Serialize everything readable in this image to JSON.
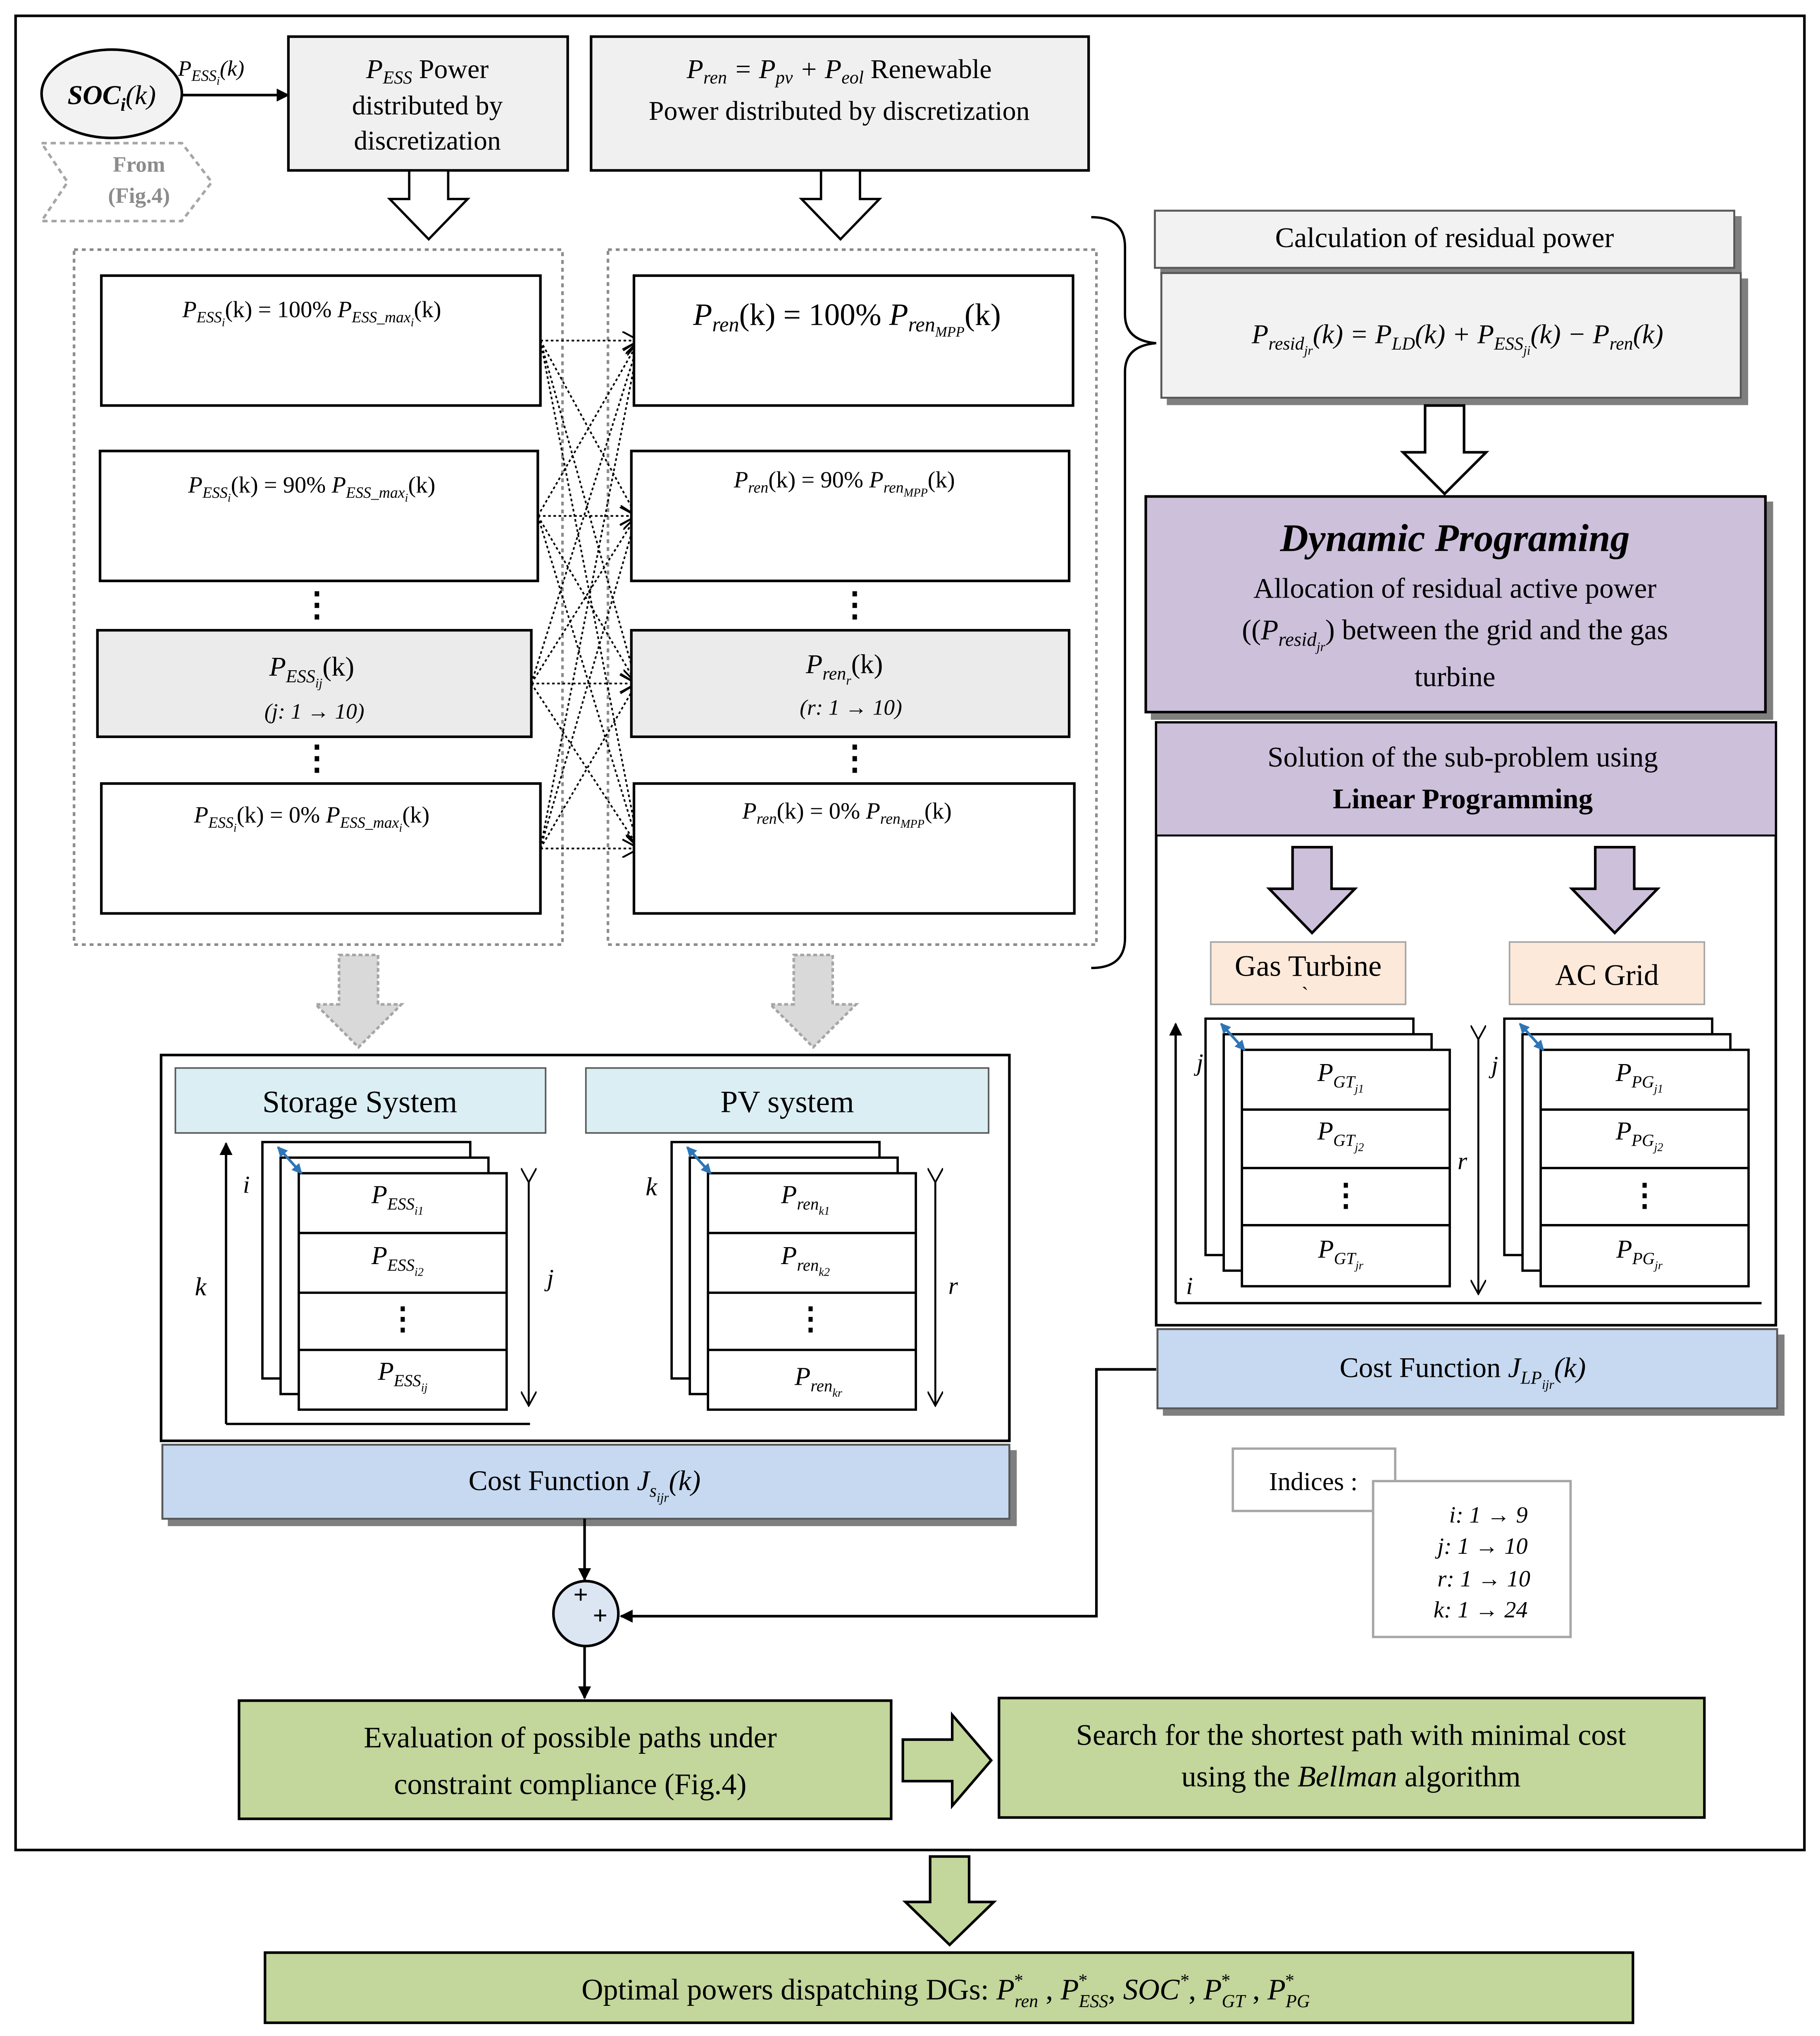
{
  "soc": {
    "label": "SOC",
    "sub": "i",
    "arg": "(k)"
  },
  "soc_arrow_label": {
    "main": "P",
    "sub": "ESS",
    "subsub": "i",
    "arg": "(k)"
  },
  "from_tag": {
    "line1": "From",
    "line2": "(Fig.4)"
  },
  "ess_header": {
    "sym": "P",
    "sub": "ESS",
    "rest": " Power",
    "line2": "distributed by",
    "line3": "discretization"
  },
  "ren_header": {
    "line1_math": "P",
    "line1_sub": "ren",
    "line1_eq": " = P",
    "line1_sub2": "pv",
    "line1_plus": " + P",
    "line1_sub3": "eol",
    "line1_text": " Renewable",
    "line2": "Power distributed by discretization"
  },
  "ess_levels": [
    {
      "lhs": "P",
      "lhs_sub": "ESS",
      "lhs_subsub": "i",
      "lhs_arg": "(k) = 100% ",
      "rhs": "P",
      "rhs_sub": "ESS_max",
      "rhs_subsub": "i",
      "rhs_arg": "(k)"
    },
    {
      "lhs": "P",
      "lhs_sub": "ESS",
      "lhs_subsub": "i",
      "lhs_arg": "(k) = 90%  ",
      "rhs": "P",
      "rhs_sub": "ESS_max",
      "rhs_subsub": "i",
      "rhs_arg": "(k)"
    },
    {
      "lhs": "P",
      "lhs_sub": "ESS",
      "lhs_subsub": "ij",
      "lhs_arg": "(k)",
      "note": "(j: 1 → 10)"
    },
    {
      "lhs": "P",
      "lhs_sub": "ESS",
      "lhs_subsub": "i",
      "lhs_arg": "(k) = 0% ",
      "rhs": "P",
      "rhs_sub": "ESS_max",
      "rhs_subsub": "i",
      "rhs_arg": "(k)"
    }
  ],
  "ren_levels": [
    {
      "lhs": "P",
      "lhs_sub": "ren",
      "lhs_arg": "(k) = 100% ",
      "rhs": "P",
      "rhs_sub": "ren",
      "rhs_subsub": "MPP",
      "rhs_arg": "(k)"
    },
    {
      "lhs": "P",
      "lhs_sub": "ren",
      "lhs_arg": "(k) = 90% ",
      "rhs": "P",
      "rhs_sub": "ren",
      "rhs_subsub": "MPP",
      "rhs_arg": "(k)"
    },
    {
      "lhs": "P",
      "lhs_sub": "ren",
      "lhs_subsub": "r",
      "lhs_arg": "(k)",
      "note": "(r: 1 → 10)"
    },
    {
      "lhs": "P",
      "lhs_sub": "ren",
      "lhs_arg": "(k) = 0% ",
      "rhs": "P",
      "rhs_sub": "ren",
      "rhs_subsub": "MPP",
      "rhs_arg": "(k)"
    }
  ],
  "vdots": "⋮",
  "residual_title": "Calculation of residual power",
  "residual_formula": {
    "a": "P",
    "a_sub": "resid",
    "a_subsub": "jr",
    "b": "(k) = P",
    "b_sub": "LD",
    "c": "(k) + P",
    "c_sub": "ESS",
    "c_subsub": "ji",
    "d": "(k) − P",
    "d_sub": "ren",
    "e": "(k)"
  },
  "dp": {
    "title": "Dynamic Programing",
    "line1": "Allocation of residual active power",
    "line2_pre": "((",
    "line2_sym": "P",
    "line2_sub": "resid",
    "line2_subsub": "jr",
    "line2_post": ") between the grid and the gas",
    "line3": "turbine"
  },
  "lp": {
    "line1": "Solution of the sub-problem using",
    "line2": "Linear Programming"
  },
  "gas_turbine": {
    "label": "Gas Turbine",
    "stray": "̀"
  },
  "ac_grid": {
    "label": "AC Grid"
  },
  "gt_stack": {
    "rows": [
      {
        "sym": "P",
        "sub": "GT",
        "subsub": "j1"
      },
      {
        "sym": "P",
        "sub": "GT",
        "subsub": "j2"
      },
      {
        "sym": "⋮"
      },
      {
        "sym": "P",
        "sub": "GT",
        "subsub": "jr"
      }
    ],
    "axis_j": "j",
    "axis_i": "i",
    "axis_r": "r"
  },
  "pg_stack": {
    "rows": [
      {
        "sym": "P",
        "sub": "PG",
        "subsub": "j1"
      },
      {
        "sym": "P",
        "sub": "PG",
        "subsub": "j2"
      },
      {
        "sym": "⋮"
      },
      {
        "sym": "P",
        "sub": "PG",
        "subsub": "jr"
      }
    ],
    "axis_j": "j"
  },
  "cost_lp": {
    "label": "Cost Function  ",
    "sym": "J",
    "sub": "LP",
    "subsub": "ijr",
    "arg": "(k)"
  },
  "storage_system": {
    "label": "Storage System",
    "rows": [
      {
        "sym": "P",
        "sub": "ESS",
        "subsub": "i1"
      },
      {
        "sym": "P",
        "sub": "ESS",
        "subsub": "i2"
      },
      {
        "sym": "⋮"
      },
      {
        "sym": "P",
        "sub": "ESS",
        "subsub": "ij"
      }
    ],
    "axis_i": "i",
    "axis_k": "k",
    "axis_j": "j"
  },
  "pv_system": {
    "label": "PV system",
    "rows": [
      {
        "sym": "P",
        "sub": "ren",
        "subsub": "k1"
      },
      {
        "sym": "P",
        "sub": "ren",
        "subsub": "k2"
      },
      {
        "sym": "⋮"
      },
      {
        "sym": "P",
        "sub": "ren",
        "subsub": "kr"
      }
    ],
    "axis_k": "k",
    "axis_r": "r"
  },
  "cost_s": {
    "label": "Cost Function  ",
    "sym": "J",
    "sub": "s",
    "subsub": "ijr",
    "arg": "(k)"
  },
  "indices": {
    "title": "Indices :",
    "items": [
      "i: 1 → 9",
      "j: 1 → 10",
      "r: 1 → 10",
      "k: 1 → 24"
    ]
  },
  "sum_node": {
    "plus1": "+",
    "plus2": "+"
  },
  "evaluation": {
    "line1": "Evaluation of possible paths under",
    "line2": "constraint compliance (Fig.4)"
  },
  "bellman": {
    "line1": "Search for the shortest path with minimal cost",
    "line2_pre": "using the ",
    "line2_em": "Bellman",
    "line2_post": " algorithm"
  },
  "optimal": {
    "text": "Optimal powers dispatching DGs: ",
    "items": [
      {
        "sym": "P",
        "sub": "ren",
        "sup": "*",
        "sep": " ,  "
      },
      {
        "sym": "P",
        "sub": "ESS",
        "sup": "*",
        "sep": ", "
      },
      {
        "sym": "SOC",
        "sup": "*",
        "sep": ",  "
      },
      {
        "sym": "P",
        "sub": "GT",
        "sup": "*",
        "sep": " ,  "
      },
      {
        "sym": "P",
        "sub": "PG",
        "sup": "*",
        "sep": ""
      }
    ]
  },
  "colors": {
    "header_gray": "#f0f0f0",
    "level_gray": "#ebebeb",
    "purple": "#ccc0da",
    "light_blue_box": "#dbeef4",
    "cost_blue": "#c6d9f1",
    "green": "#c3d69b",
    "peach": "#fde9d9",
    "sum_node": "#dce6f2",
    "arrow_gray": "#d9d9d9",
    "arrow_purple": "#ccc0da",
    "arrow_green": "#c3d69b",
    "accent_blue": "#2e75b6"
  }
}
